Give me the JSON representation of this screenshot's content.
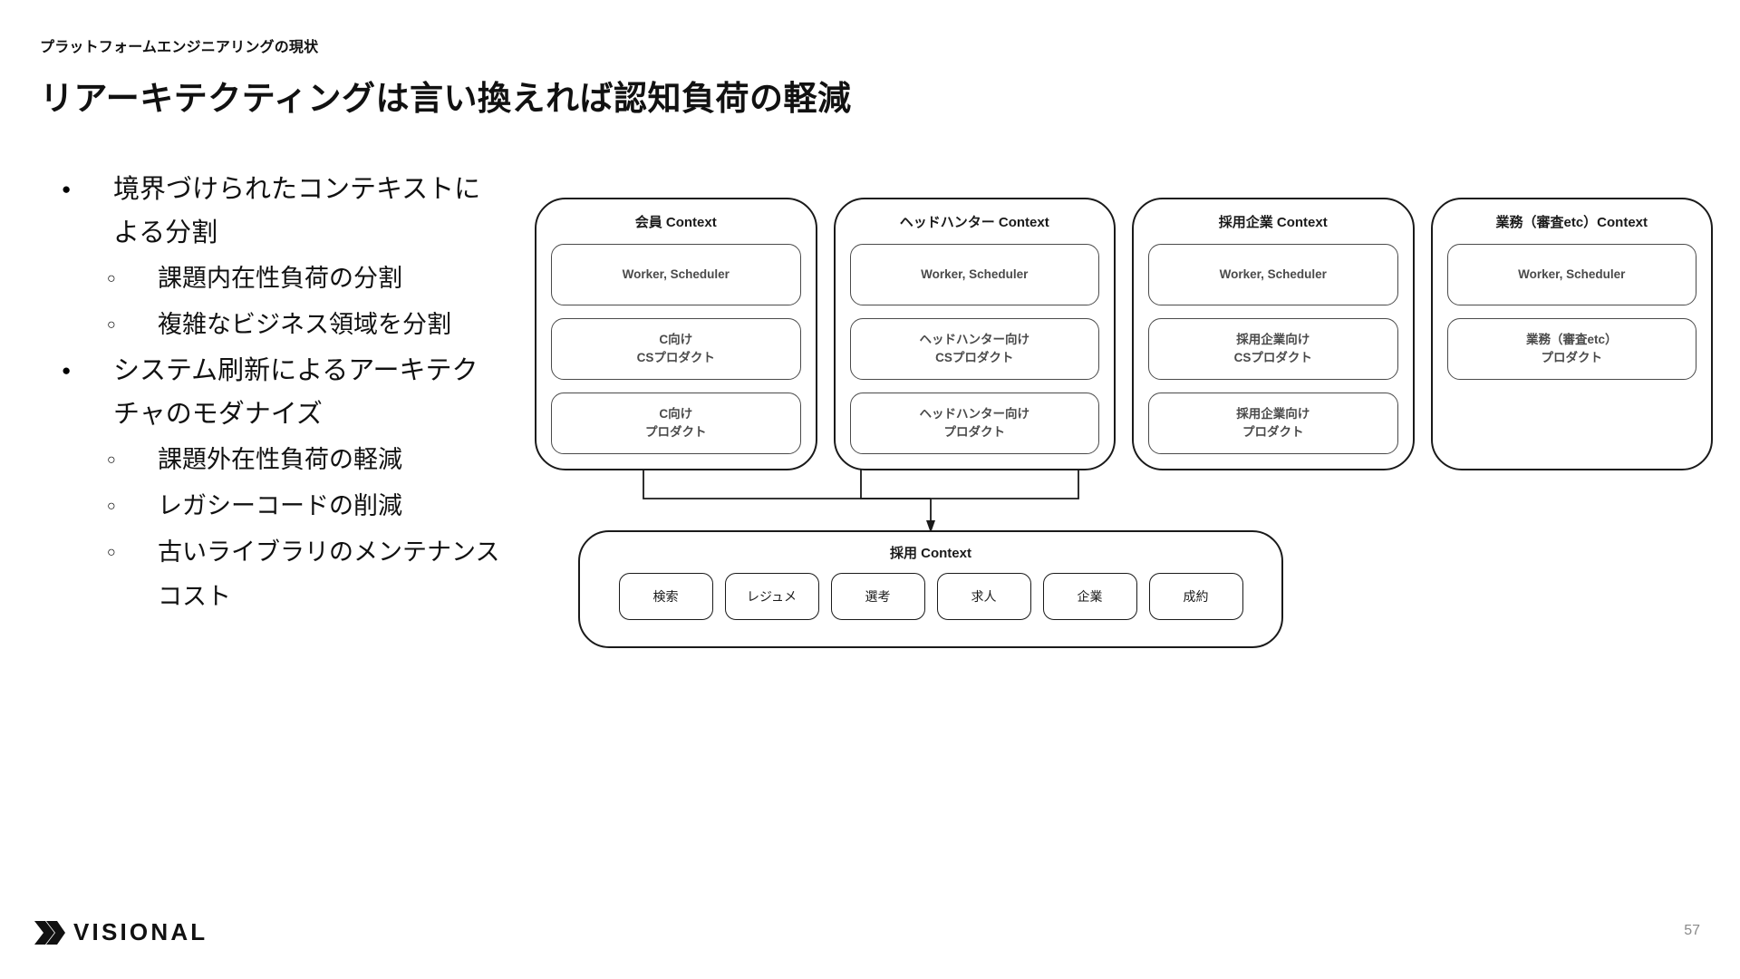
{
  "header": {
    "eyebrow": "プラットフォームエンジニアリングの現状",
    "title": "リアーキテクティングは言い換えれば認知負荷の軽減"
  },
  "bullets": [
    {
      "marker": "●",
      "text": "境界づけられたコンテキストによる分割",
      "children": [
        {
          "marker": "○",
          "text": "課題内在性負荷の分割"
        },
        {
          "marker": "○",
          "text": "複雑なビジネス領域を分割"
        }
      ]
    },
    {
      "marker": "●",
      "text": "システム刷新によるアーキテクチャのモダナイズ",
      "children": [
        {
          "marker": "○",
          "text": "課題外在性負荷の軽減"
        },
        {
          "marker": "○",
          "text": "レガシーコードの削減"
        },
        {
          "marker": "○",
          "text": "古いライブラリのメンテナンスコスト"
        }
      ]
    }
  ],
  "diagram": {
    "contexts": [
      {
        "title": "会員 Context",
        "boxes": [
          "Worker, Scheduler",
          "C向け\nCSプロダクト",
          "C向け\nプロダクト"
        ]
      },
      {
        "title": "ヘッドハンター Context",
        "boxes": [
          "Worker, Scheduler",
          "ヘッドハンター向け\nCSプロダクト",
          "ヘッドハンター向け\nプロダクト"
        ]
      },
      {
        "title": "採用企業 Context",
        "boxes": [
          "Worker, Scheduler",
          "採用企業向け\nCSプロダクト",
          "採用企業向け\nプロダクト"
        ]
      },
      {
        "title": "業務（審査etc）Context",
        "boxes": [
          "Worker, Scheduler",
          "業務（審査etc）\nプロダクト"
        ]
      }
    ],
    "bottom": {
      "title": "採用 Context",
      "chips": [
        "検索",
        "レジュメ",
        "選考",
        "求人",
        "企業",
        "成約"
      ]
    }
  },
  "footer": {
    "logo_text": "VISIONAL",
    "page_number": "57"
  },
  "colors": {
    "text": "#111111",
    "box_border": "#1a1a1a",
    "inner_border": "#4a4a4a",
    "inner_text": "#4a4a4a",
    "page_number": "#8a8a8a"
  }
}
